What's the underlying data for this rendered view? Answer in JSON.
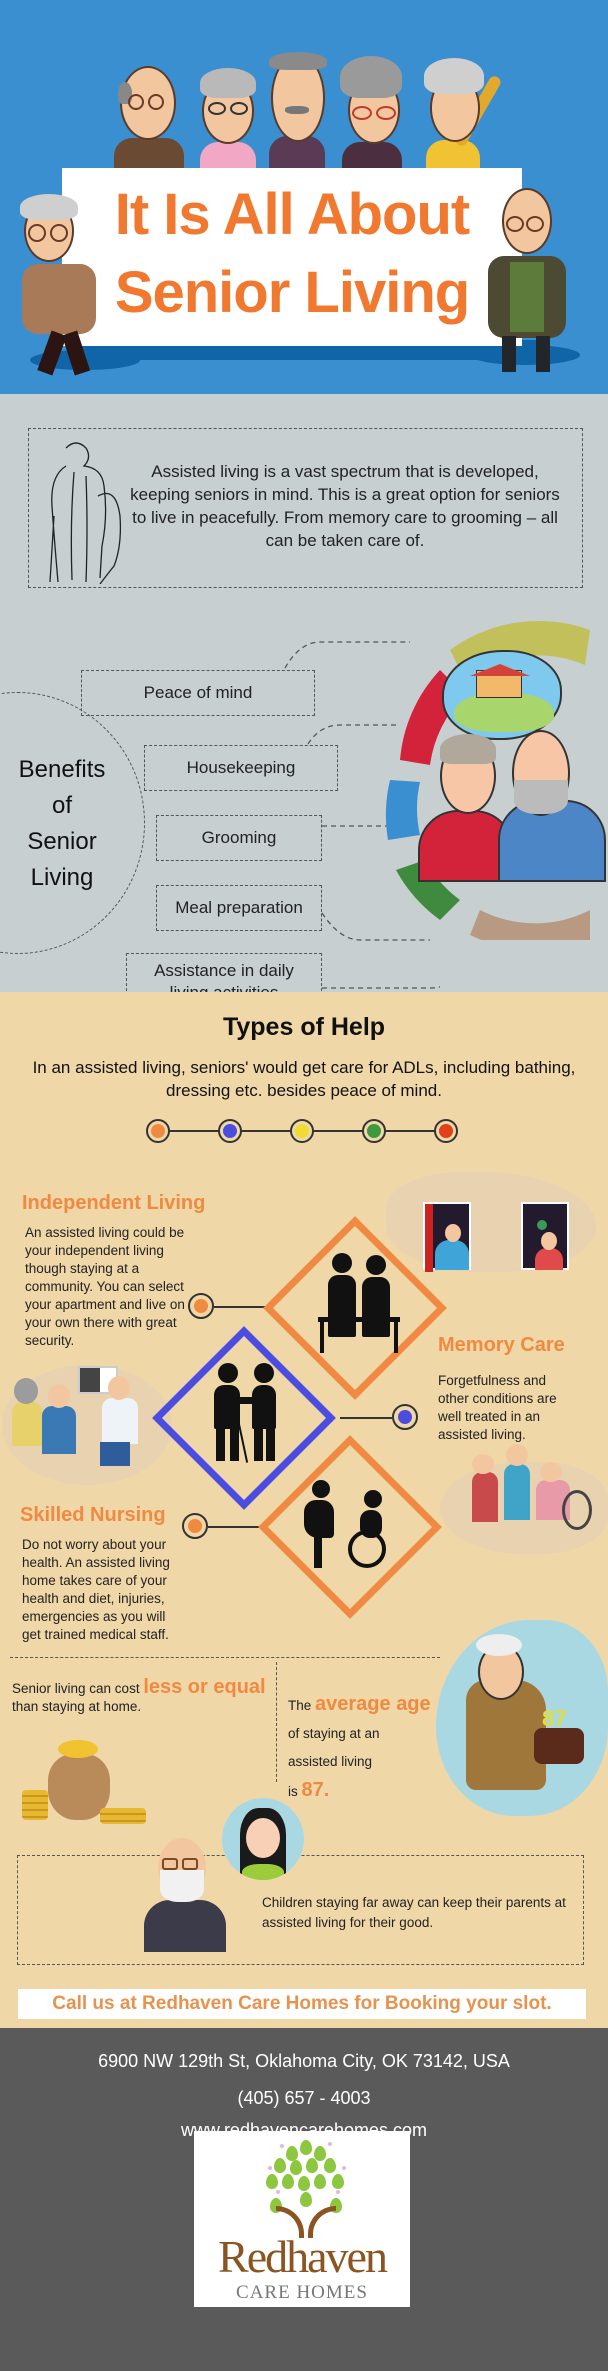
{
  "header": {
    "title_line1": "It Is All About",
    "title_line2": "Senior Living",
    "colors": {
      "background": "#3a8fd0",
      "title": "#f0782f",
      "sign": "#ffffff"
    }
  },
  "intro": {
    "text": "Assisted living is a vast spectrum that is developed, keeping seniors in mind. This is a great option for seniors to live in peacefully. From memory care to grooming – all can be taken care of.",
    "illustration": "elderly-couple-line-sketch"
  },
  "benefits": {
    "title_lines": [
      "Benefits",
      "of",
      "Senior",
      "Living"
    ],
    "items": [
      {
        "label": "Peace of mind"
      },
      {
        "label": "Housekeeping"
      },
      {
        "label": "Grooming"
      },
      {
        "label": "Meal preparation"
      },
      {
        "label": "Assistance in daily living activities"
      }
    ],
    "ring_colors": [
      "#c2c05a",
      "#d2233a",
      "#3a8fd0",
      "#3f8a3e",
      "#b89a82"
    ],
    "illustration": "elderly-couple-dreaming-of-house"
  },
  "types_of_help": {
    "title": "Types of Help",
    "subtitle": "In an assisted living, seniors' would get care for ADLs, including bathing, dressing etc. besides peace of mind.",
    "dot_colors": [
      "#f08a42",
      "#4a4de0",
      "#f0dc30",
      "#3e9a3e",
      "#e0401a"
    ],
    "items": [
      {
        "title": "Independent Living",
        "text": "An assisted living could be your independent living though staying at a community. You can select your apartment and live on your own there with great security.",
        "icon": "seated-couple-icon",
        "accent": "#f08a42"
      },
      {
        "title": "Memory Care",
        "text": "Forgetfulness and other conditions are well treated in an assisted living.",
        "icon": "helping-walk-icon",
        "accent": "#4a4de0"
      },
      {
        "title": "Skilled Nursing",
        "text": "Do not worry about your health. An assisted living home takes care of your health and diet, injuries, emergencies as you will get trained medical staff.",
        "icon": "wheelchair-assist-icon",
        "accent": "#f08a42"
      }
    ]
  },
  "stats": {
    "cost": {
      "prefix": "Senior living can cost ",
      "highlight": "less or equal",
      "suffix": "than staying at home."
    },
    "age": {
      "prefix": "The ",
      "highlight": "average age",
      "line2": "of staying at an",
      "line3": "assisted living",
      "line4_prefix": "is ",
      "value": "87."
    },
    "cake_number": "87",
    "children": "Children staying far away can keep their parents at assisted living for their good."
  },
  "cta": {
    "label": "Call us at Redhaven Care Homes for Booking your slot."
  },
  "footer": {
    "address": "6900 NW 129th St, Oklahoma City, OK 73142, USA",
    "phone": "(405) 657 - 4003",
    "website": "www.redhavencarehomes.com",
    "logo": {
      "name": "Redhaven",
      "tagline": "CARE HOMES"
    }
  }
}
